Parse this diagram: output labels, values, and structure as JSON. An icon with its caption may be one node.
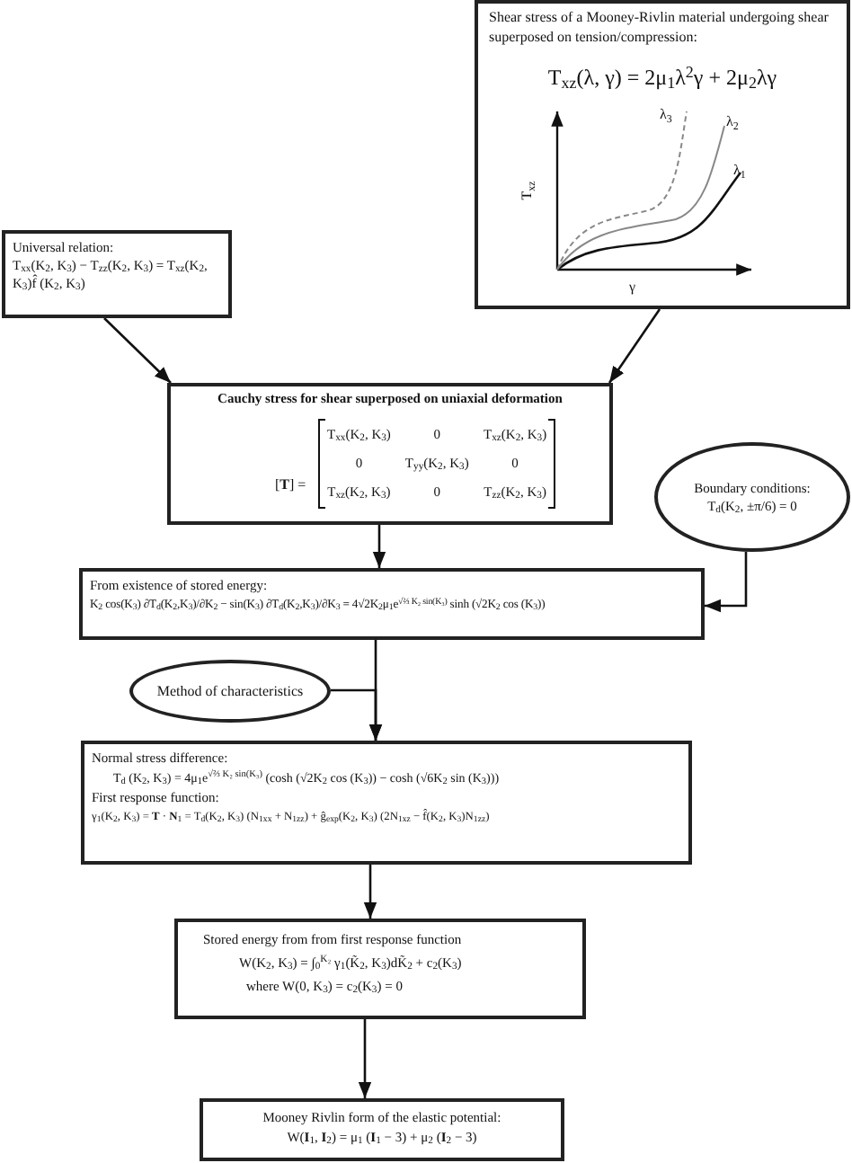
{
  "diagram": {
    "nodes": [
      {
        "text": [
          "Shear stress of a Mooney-Rivlin material undergoing shear superposed on tension/compression:",
          "T$_{xz}$(λ, γ) = 2μ$_{1}$λ$^{2}$γ + 2μ$_{2}$λγ"
        ]
      },
      {
        "text": [
          "Universal relation:",
          "T$_{xx}$(K$_{2}$, K$_{3}$) − T$_{zz}$(K$_{2}$, K$_{3}$) = T$_{xz}$(K$_{2}$, K$_{3}$)f̂ (K$_{2}$, K$_{3}$)"
        ]
      },
      {
        "text": [
          "Cauchy stress for shear superposed on uniaxial deformation",
          "[**T**] ="
        ]
      },
      {
        "text": [
          "Boundary conditions:",
          "T$_{d}$(K$_{2}$, ±π/6) = 0"
        ]
      },
      {
        "text": [
          "From existence of stored energy:",
          "K$_{2}$ cos(K$_{3}$) ∂T$_{d}$(K$_{2}$,K$_{3}$)/∂K$_{2}$ − sin(K$_{3}$) ∂T$_{d}$(K$_{2}$,K$_{3}$)/∂K$_{3}$ = 4√2K$_{2}$μ$_{1}$e$^{√⅔ K₂ sin(K₃)}$ sinh (√2K$_{2}$ cos (K$_{3}$))"
        ]
      },
      {
        "text": [
          "Method of characteristics"
        ]
      },
      {
        "text": [
          "Normal stress difference:",
          "T$_{d}$ (K$_{2}$, K$_{3}$) = 4μ$_{1}$e$^{√⅔ K₂ sin(K₃)}$ (cosh (√2K$_{2}$ cos (K$_{3}$)) − cosh (√6K$_{2}$ sin (K$_{3}$)))",
          "First response function:",
          "γ$_{1}$(K$_{2}$, K$_{3}$) = **T** · **N**$_{1}$ = T$_{d}$(K$_{2}$, K$_{3}$) (N$_{1xx}$ + N$_{1zz}$) + ĝ$_{exp}$(K$_{2}$, K$_{3}$) (2N$_{1xz}$ − f̂(K$_{2}$, K$_{3}$)N$_{1zz}$)"
        ]
      },
      {
        "text": [
          "Stored energy from from first response function",
          "W(K$_{2}$, K$_{3}$) = ∫$_{0}$$^{K₂}$ γ$_{1}$(K̃$_{2}$, K$_{3}$)dK̃$_{2}$ + c$_{2}$(K$_{3}$)",
          "where  W(0, K$_{3}$) = c$_{2}$(K$_{3}$) = 0"
        ]
      },
      {
        "text": [
          "Mooney Rivlin form of the elastic potential:",
          "W(**I**$_{1}$, **I**$_{2}$) = μ$_{1}$ (**I**$_{1}$ − 3) + μ$_{2}$ (**I**$_{2}$ − 3)"
        ]
      }
    ],
    "edges": [
      {
        "from": 1,
        "to": 2,
        "arrow": "to"
      },
      {
        "from": 0,
        "to": 2,
        "arrow": "to"
      },
      {
        "from": 2,
        "to": 4,
        "arrow": "to"
      },
      {
        "from": 3,
        "to": 4,
        "arrow": "to"
      },
      {
        "from": 4,
        "to": 6,
        "arrow": "to"
      },
      {
        "from": 5,
        "to": 6,
        "arrow": "to"
      },
      {
        "from": 6,
        "to": 7,
        "arrow": "to"
      },
      {
        "from": 7,
        "to": 8,
        "arrow": "to"
      }
    ],
    "labels": [
      "λ$_{3}$",
      "λ$_{2}$",
      "λ$_{1}$",
      "T$_{xz}$",
      "γ",
      "T$_{xx}$(K$_{2}$, K$_{3}$)",
      "0",
      "T$_{xz}$(K$_{2}$, K$_{3}$)",
      "0",
      "T$_{yy}$(K$_{2}$, K$_{3}$)",
      "0",
      "T$_{xz}$(K$_{2}$, K$_{3}$)",
      "0",
      "T$_{zz}$(K$_{2}$, K$_{3}$)"
    ]
  }
}
